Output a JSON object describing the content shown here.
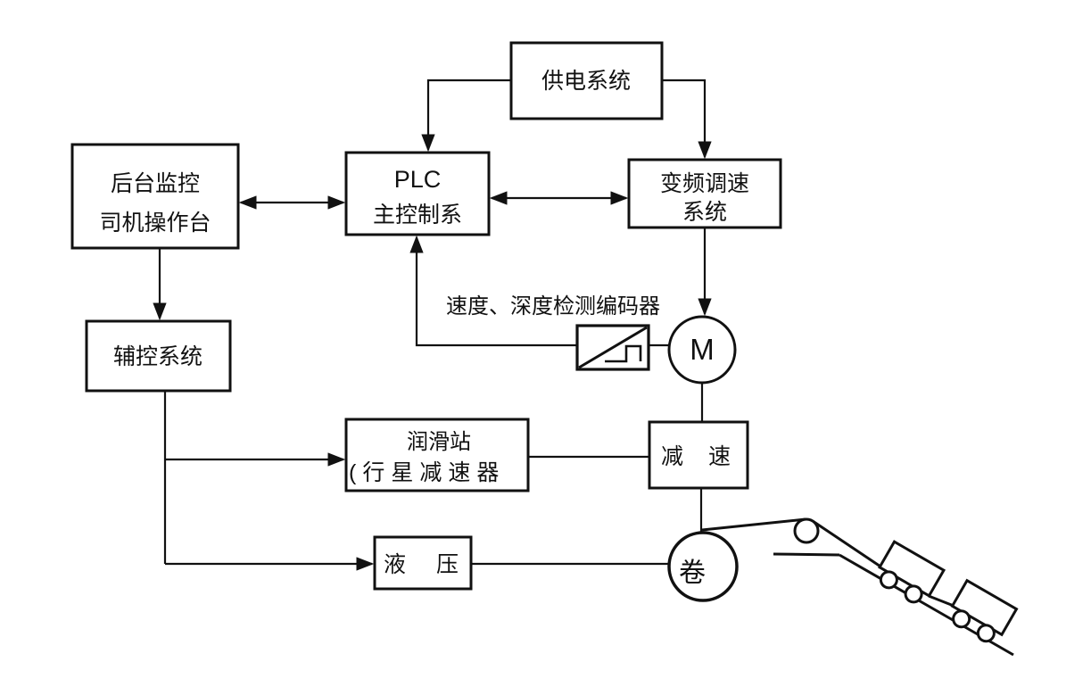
{
  "diagram": {
    "background": "#ffffff",
    "line_color": "#111111",
    "nodes": {
      "power_supply": {
        "label": "供电系统"
      },
      "monitor": {
        "line1": "后台监控",
        "line2": "司机操作台"
      },
      "plc": {
        "line1": "PLC",
        "line2": "主控制系"
      },
      "vfd": {
        "line1": "变频调速",
        "line2": "系统"
      },
      "aux": {
        "label": "辅控系统"
      },
      "lube": {
        "line1": "润滑站",
        "line2": "(行星减速器"
      },
      "reducer": {
        "label": "减速"
      },
      "hydraulic": {
        "label": "液压"
      },
      "motor": {
        "label": "M"
      },
      "drum": {
        "label": "卷"
      }
    },
    "annotations": {
      "encoder_label": "速度、深度检测编码器"
    }
  }
}
